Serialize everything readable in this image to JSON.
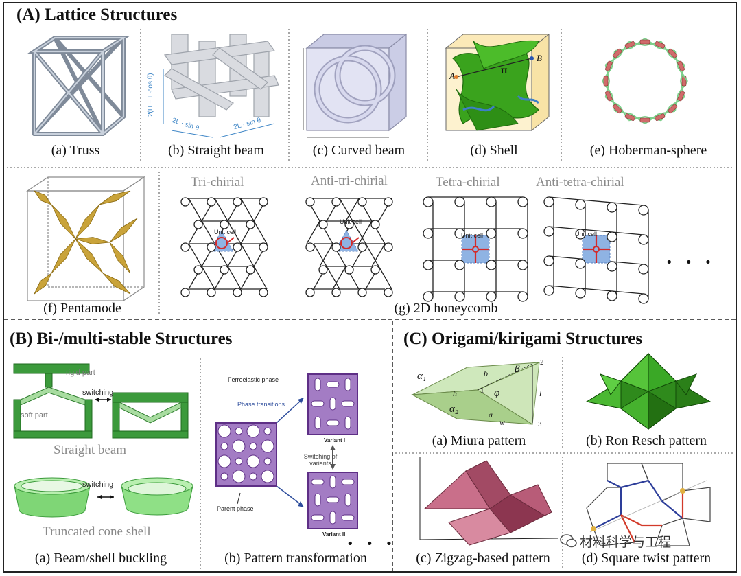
{
  "sections": {
    "A": "(A) Lattice Structures",
    "B": "(B) Bi-/multi-stable Structures",
    "C": "(C) Origami/kirigami Structures"
  },
  "lattice": {
    "truss": "(a) Truss",
    "straight_beam": "(b) Straight beam",
    "curved_beam": "(c) Curved beam",
    "shell": "(d) Shell",
    "hoberman": "(e) Hoberman-sphere",
    "pentamode": "(f) Pentamode",
    "honeycomb": "(g) 2D honeycomb",
    "tri": "Tri-chirial",
    "anti_tri": "Anti-tri-chirial",
    "tetra": "Tetra-chirial",
    "anti_tetra": "Anti-tetra-chirial",
    "unit_cell": "Unit cell",
    "beam_dims": {
      "h": "2(H − L·cos θ)",
      "w1": "2L · sin θ",
      "w2": "2L · sin θ"
    },
    "shell_labels": {
      "A": "A",
      "B": "B",
      "H": "H"
    },
    "ellipsis": "• • •"
  },
  "bistable": {
    "rigid_part": "rigid part",
    "soft_part": "soft part",
    "switching": "switching",
    "straight_beam": "Straight beam",
    "truncated": "Truncated cone shell",
    "beam_shell": "(a) Beam/shell buckling",
    "ferroelastic": "Ferroelastic phase",
    "phase_transitions": "Phase transitions",
    "variant1": "Variant I",
    "switching_variants": "Switching of variants",
    "parent_phase": "Parent phase",
    "variant2": "Variant II",
    "pattern": "(b) Pattern transformation",
    "ellipsis": "• • •"
  },
  "origami": {
    "miura": "(a) Miura pattern",
    "ron_resch": "(b) Ron Resch pattern",
    "zigzag": "(c) Zigzag-based  pattern",
    "square_twist": "(d) Square twist pattern",
    "miura_labels": {
      "alpha1": "α₁",
      "alpha2": "α₂",
      "beta": "β",
      "phi": "φ",
      "b": "b",
      "a": "a",
      "l": "l",
      "w": "w",
      "h": "h",
      "n1": "1",
      "n2": "2",
      "n3": "3"
    }
  },
  "watermark": "材料科学与工程"
}
